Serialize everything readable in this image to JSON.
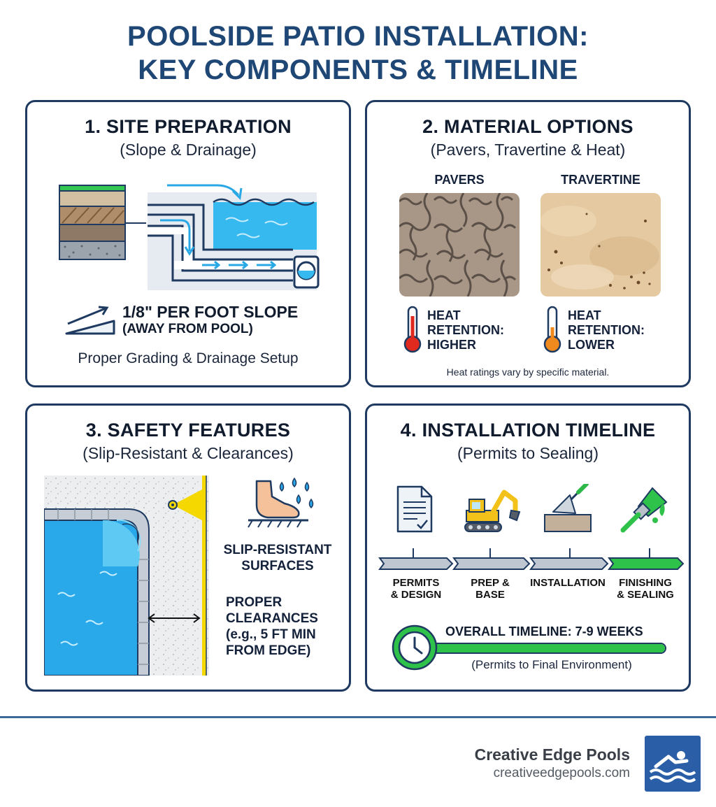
{
  "title": {
    "line1": "POOLSIDE PATIO INSTALLATION:",
    "line2": "KEY COMPONENTS & TIMELINE"
  },
  "site": {
    "heading": "1. SITE PREPARATION",
    "sub": "(Slope & Drainage)",
    "slope_line1": "1/8\" PER FOOT SLOPE",
    "slope_line2": "(AWAY FROM POOL)",
    "caption": "Proper Grading & Drainage Setup"
  },
  "materials": {
    "heading": "2. MATERIAL OPTIONS",
    "sub": "(Pavers, Travertine & Heat)",
    "pavers": {
      "label": "PAVERS",
      "heat1": "HEAT",
      "heat2": "RETENTION:",
      "heat3": "HIGHER"
    },
    "travertine": {
      "label": "TRAVERTINE",
      "heat1": "HEAT",
      "heat2": "RETENTION:",
      "heat3": "LOWER"
    },
    "note": "Heat ratings vary by specific material."
  },
  "safety": {
    "heading": "3. SAFETY FEATURES",
    "sub": "(Slip-Resistant & Clearances)",
    "slip1": "SLIP-RESISTANT",
    "slip2": "SURFACES",
    "clear1": "PROPER",
    "clear2": "CLEARANCES",
    "clear3": "(e.g., 5 FT MIN",
    "clear4": "FROM EDGE)"
  },
  "timeline": {
    "heading": "4. INSTALLATION TIMELINE",
    "sub": "(Permits to Sealing)",
    "steps": [
      {
        "line1": "PERMITS",
        "line2": "& DESIGN",
        "icon": "document-icon"
      },
      {
        "line1": "PREP &",
        "line2": "BASE",
        "icon": "excavator-icon"
      },
      {
        "line1": "INSTALLATION",
        "line2": "",
        "icon": "trowel-icon"
      },
      {
        "line1": "FINISHING",
        "line2": "& SEALING",
        "icon": "paintbrush-icon"
      }
    ],
    "overall": "OVERALL TIMELINE: 7-9 WEEKS",
    "overall_sub": "(Permits to Final Environment)",
    "progress": 1.0
  },
  "footer": {
    "brand": "Creative Edge Pools",
    "url": "creativeedgepools.com"
  },
  "colors": {
    "navy": "#1f3a60",
    "title": "#1f4775",
    "water": "#29b5ea",
    "green": "#2fc24a",
    "yellow": "#f5d800",
    "red": "#e02a1f",
    "orange": "#f08a1e",
    "logo": "#2a5fa8"
  }
}
